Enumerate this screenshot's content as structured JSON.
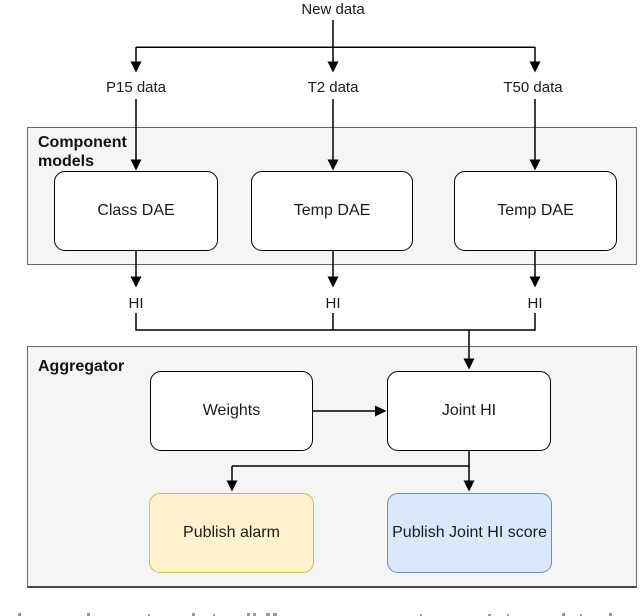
{
  "diagram": {
    "root_label": "New data",
    "branch_labels": [
      "P15 data",
      "T2 data",
      "T50 data"
    ],
    "component_models": {
      "title": "Component models",
      "nodes": [
        "Class DAE",
        "Temp DAE",
        "Temp DAE"
      ],
      "output_labels": [
        "HI",
        "HI",
        "HI"
      ]
    },
    "aggregator": {
      "title": "Aggregator",
      "weights_label": "Weights",
      "joint_hi_label": "Joint HI",
      "alarm_label": "Publish alarm",
      "score_label": "Publish Joint HI score"
    },
    "colors": {
      "container_fill": "#f5f5f5",
      "container_border": "#666666",
      "node_fill": "#ffffff",
      "node_border": "#000000",
      "alarm_fill": "#fff2cc",
      "alarm_border": "#d6b656",
      "score_fill": "#dae8fc",
      "score_border": "#6c8ebf",
      "connector": "#000000"
    }
  }
}
